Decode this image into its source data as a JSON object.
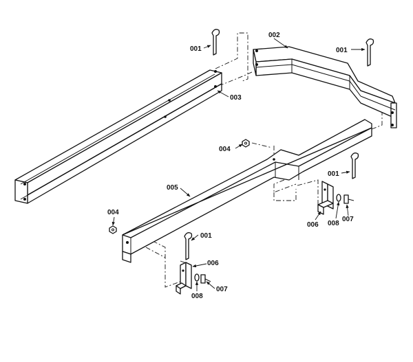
{
  "callouts": {
    "pin_top_left": "001",
    "pin_top_right": "001",
    "pin_mid_right": "001",
    "pin_bottom": "001",
    "rear_frame": "002",
    "side_rail": "003",
    "nut_upper": "004",
    "nut_lower": "004",
    "front_frame": "005",
    "bracket_right": "006",
    "bracket_bottom": "006",
    "bolt_right": "007",
    "bolt_bottom": "007",
    "washer_right": "008",
    "washer_bottom": "008"
  },
  "colors": {
    "line": "#111111",
    "background": "#ffffff"
  }
}
